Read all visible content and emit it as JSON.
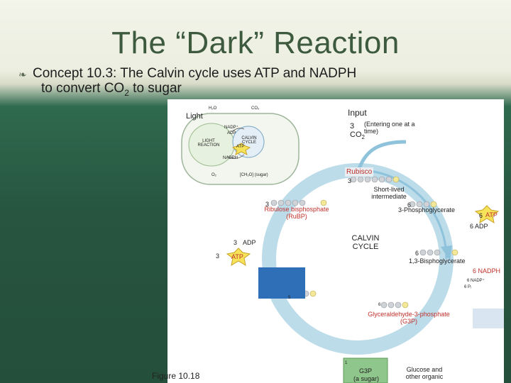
{
  "slide": {
    "title": "The “Dark” Reaction",
    "concept_line1": "Concept 10.3: The Calvin cycle uses ATP and NADPH",
    "concept_line2_pre": "to convert CO",
    "concept_line2_sub": "2",
    "concept_line2_post": " to sugar"
  },
  "overview": {
    "light": "Light",
    "h2o": "H₂O",
    "co2": "CO₂",
    "nadp": "NADP⁺",
    "adp": "ADP",
    "light_reaction": "LIGHT REACTION",
    "calvin_cycle": "CALVIN CYCLE",
    "atp": "ATP",
    "nadph": "NADPH",
    "o2": "O₂",
    "sugar": "[CH₂O] (sugar)"
  },
  "figure": {
    "input_label": "Input",
    "input_number": "3",
    "input_co2": "CO",
    "input_co2_sub": "2",
    "entering": "(Entering one at a time)",
    "rubisco": "Rubisco",
    "short_lived": "Short-lived intermediate",
    "n3": "3",
    "n6": "6",
    "n3b": "3",
    "n6b": "6",
    "pga": "3-Phosphoglycerate",
    "n6_atp": "6",
    "atp": "ATP",
    "adp6": "6 ADP",
    "calvin": "CALVIN CYCLE",
    "bpg": "1,3-Bisphoglycerate",
    "nadph6": "6 NADPH",
    "nadp6": "6 NADP⁺",
    "n6c": "6",
    "pi": "6 Pᵢ",
    "n5": "5",
    "g3p_n6": "6",
    "g3p_label": "Glyceraldehyde-3-phosphate (G3P)",
    "rubp": "Ribulose bisphosphate (RuBP)",
    "n3_adp": "3",
    "adp": "ADP",
    "n3_atp": "3",
    "atp2": "ATP",
    "output_n1": "1",
    "output_g3p": "G3P",
    "output_sugar": "(a sugar)",
    "glucose": "Glucose and other organic",
    "caption": "Figure 10.18"
  }
}
